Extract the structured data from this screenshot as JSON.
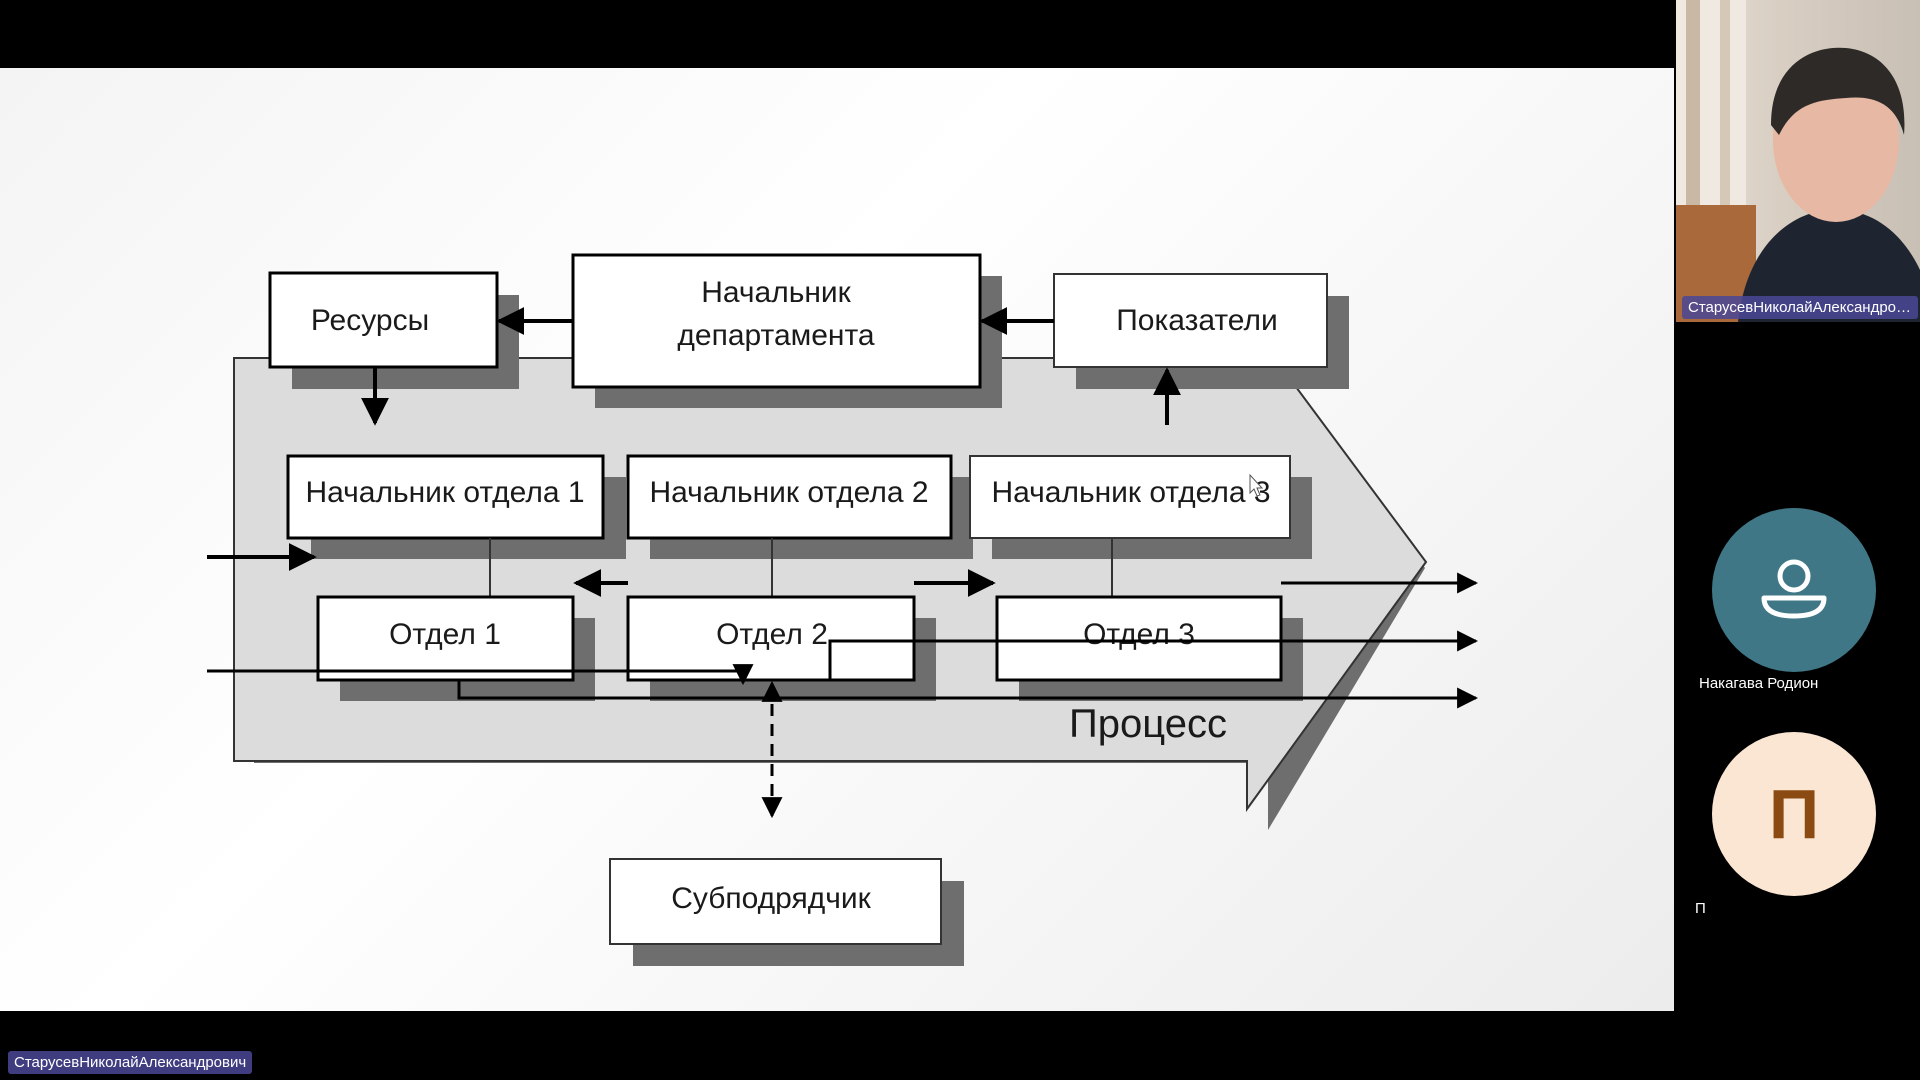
{
  "slide": {
    "boxes": {
      "resources": "Ресурсы",
      "head_line1": "Начальник",
      "head_line2": "департамента",
      "indicators": "Показатели",
      "dept_head_1": "Начальник отдела 1",
      "dept_head_2": "Начальник отдела 2",
      "dept_head_3": "Начальник отдела 3",
      "dept_1": "Отдел 1",
      "dept_2": "Отдел 2",
      "dept_3": "Отдел 3",
      "subcontractor": "Субподрядчик",
      "process": "Процесс"
    }
  },
  "participants": {
    "video_name": "СтарусевНиколайАлександрович",
    "list": [
      {
        "name": "Накагава Родион",
        "icon": "user-icon",
        "color": "#3f7786"
      },
      {
        "name": "П",
        "initial": "П",
        "color": "#fae6d2"
      }
    ]
  },
  "presenter": {
    "name": "СтарусевНиколайАлександрович"
  }
}
